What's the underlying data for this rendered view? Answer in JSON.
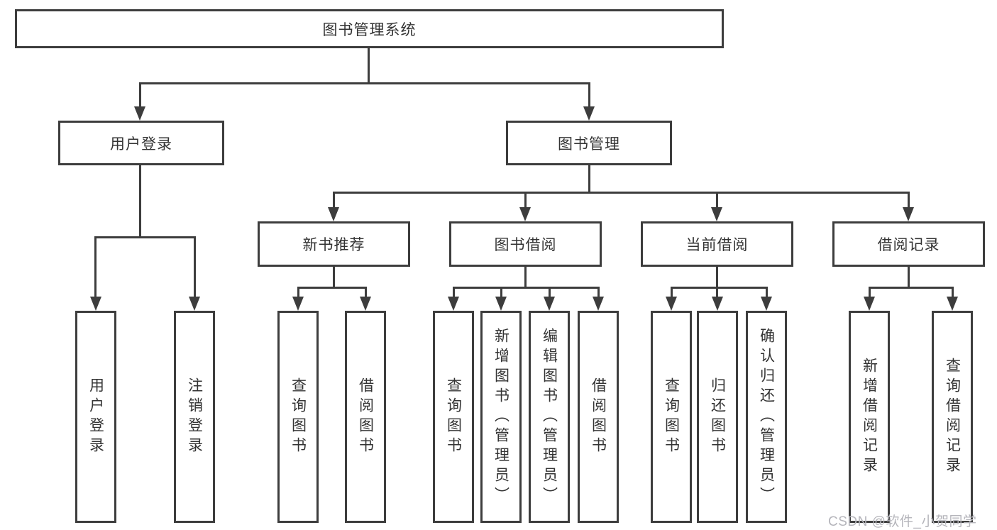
{
  "diagram": {
    "root_label": "图书管理系统",
    "nodes": {
      "user_login": "用户登录",
      "book_management": "图书管理"
    },
    "groups": [
      {
        "parent": "用户登录",
        "children": [
          "用户登录",
          "注销登录"
        ]
      },
      {
        "parent": "新书推荐",
        "children": [
          "查询图书",
          "借阅图书"
        ]
      },
      {
        "parent": "图书借阅",
        "children": [
          "查询图书",
          "新增图书（管理员）",
          "编辑图书（管理员）",
          "借阅图书"
        ]
      },
      {
        "parent": "当前借阅",
        "children": [
          "查询图书",
          "归还图书",
          "确认归还（管理员）"
        ]
      },
      {
        "parent": "借阅记录",
        "children": [
          "新增借阅记录",
          "查询借阅记录"
        ]
      }
    ]
  },
  "watermark": "CSDN @软件_小贺同学",
  "colors": {
    "line": "#3d3d3d",
    "text": "#333333",
    "watermark": "#b5b5bb",
    "background": "#ffffff"
  }
}
